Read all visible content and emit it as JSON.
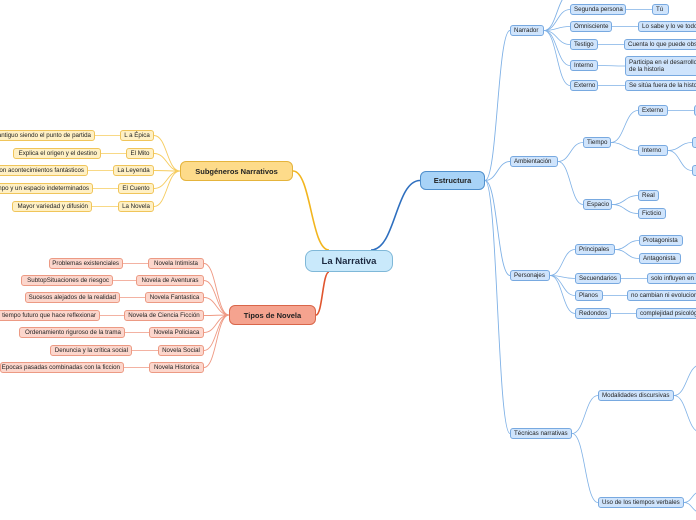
{
  "center": "La Narrativa",
  "branches": {
    "estructura": {
      "label": "Estructura",
      "narrador": {
        "label": "Narrador",
        "items": [
          {
            "label": "Segunda persona",
            "detail": "Tú"
          },
          {
            "label": "Omnisciente",
            "detail": "Lo sabe y lo ve todo"
          },
          {
            "label": "Testigo",
            "detail": "Cuenta lo que puede observar"
          },
          {
            "label": "Interno",
            "detail": "Participa en el desarrollo de la historia"
          },
          {
            "label": "Externo",
            "detail": "Se sitúa fuera de la historia"
          }
        ]
      },
      "ambientacion": {
        "label": "Ambientación",
        "tiempo": {
          "label": "Tiempo",
          "externo": "Externo",
          "interno": "Interno"
        },
        "espacio": {
          "label": "Espacio",
          "items": [
            "Real",
            "Ficticio"
          ]
        }
      },
      "personajes": {
        "label": "Personajes",
        "principales": {
          "label": "Principales",
          "items": [
            "Protagonista",
            "Antagonista"
          ]
        },
        "items": [
          {
            "label": "Secuendarios",
            "detail": "solo influyen en la historia"
          },
          {
            "label": "Planos",
            "detail": "no cambian ni evolucionan"
          },
          {
            "label": "Redondos",
            "detail": "complejidad psicológica"
          }
        ]
      },
      "tecnicas": {
        "label": "Técnicas narrativas",
        "items": [
          "Modalidades discursivas",
          "Uso de los tiempos verbales"
        ]
      }
    },
    "subgeneros": {
      "label": "Subgéneros Narrativos",
      "items": [
        {
          "label": "L a Épica",
          "detail": "Lo antiguo siendo el punto de partida"
        },
        {
          "label": "El Mito",
          "detail": "Explica el origen y el destino"
        },
        {
          "label": "La Leyenda",
          "detail": "Con acontecimientos fantásticos"
        },
        {
          "label": "El Cuento",
          "detail": "Un tiempo y un espacio indeterminados"
        },
        {
          "label": "La Novela",
          "detail": "Mayor variedad y difusión"
        }
      ]
    },
    "tipos": {
      "label": "Tipos de Novela",
      "items": [
        {
          "label": "Novela Intimista",
          "detail": "Problemas existenciales"
        },
        {
          "label": "Novela de Aventuras",
          "detail": "SubtopSituaciones de riesgoc"
        },
        {
          "label": "Novela Fantastica",
          "detail": "Sucesos alejados de la realidad"
        },
        {
          "label": "Novela de Ciencia Ficción",
          "detail": "En un tiempo futuro que hace reflexionar"
        },
        {
          "label": "Novela Policiaca",
          "detail": "Ordenamiento riguroso de la trama"
        },
        {
          "label": "Novela Social",
          "detail": "Denuncia y la crítica social"
        },
        {
          "label": "Novela Historica",
          "detail": "Epocas pasadas combinadas con la ficcion"
        }
      ]
    }
  },
  "colors": {
    "blue": "#2e6fbf",
    "yellow": "#f2b51e",
    "red": "#e0552e",
    "blue_light": "#7fb1e6",
    "yellow_light": "#f6cc5e",
    "red_light": "#ef9983"
  }
}
